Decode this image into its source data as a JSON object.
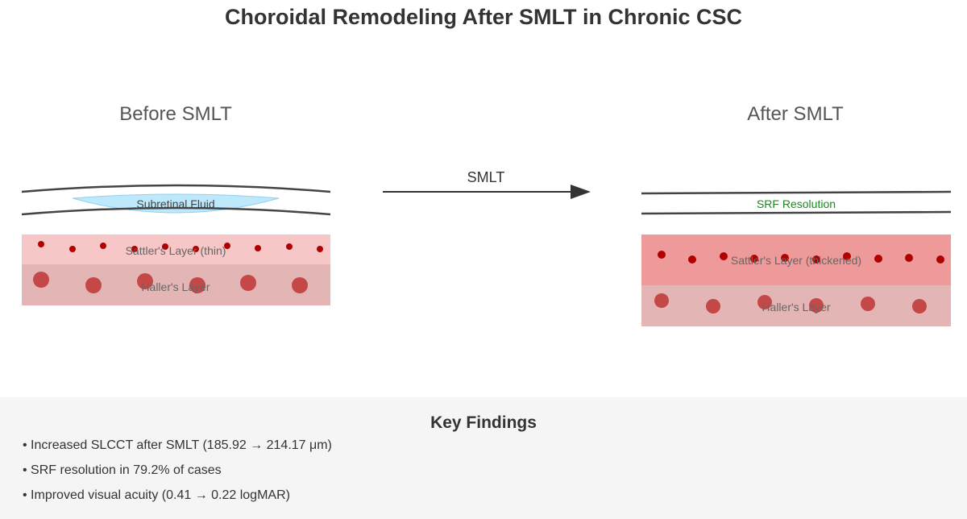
{
  "title": "Choroidal Remodeling After SMLT in Chronic CSC",
  "before": {
    "heading": "Before SMLT",
    "fluid_label": "Subretinal Fluid",
    "sattler_label": "Sattler's Layer (thin)",
    "haller_label": "Haller's Layer"
  },
  "transition": {
    "label": "SMLT"
  },
  "after": {
    "heading": "After SMLT",
    "srf_label": "SRF Resolution",
    "sattler_label": "Sattler's Layer (thickened)",
    "haller_label": "Haller's Layer"
  },
  "findings": {
    "title": "Key Findings",
    "items": [
      "Increased SLCCT after SMLT (185.92 → 214.17 μm)",
      "SRF resolution in 79.2% of cases",
      "Improved visual acuity (0.41 → 0.22 logMAR)"
    ]
  },
  "colors": {
    "fluid": "#b3e5fc",
    "sattler_thin": "#f7c6c6",
    "sattler_thick": "#ee9a9a",
    "haller": "#e3b5b5",
    "vessel": "#b00000",
    "srf_text": "#1a8a1a"
  }
}
